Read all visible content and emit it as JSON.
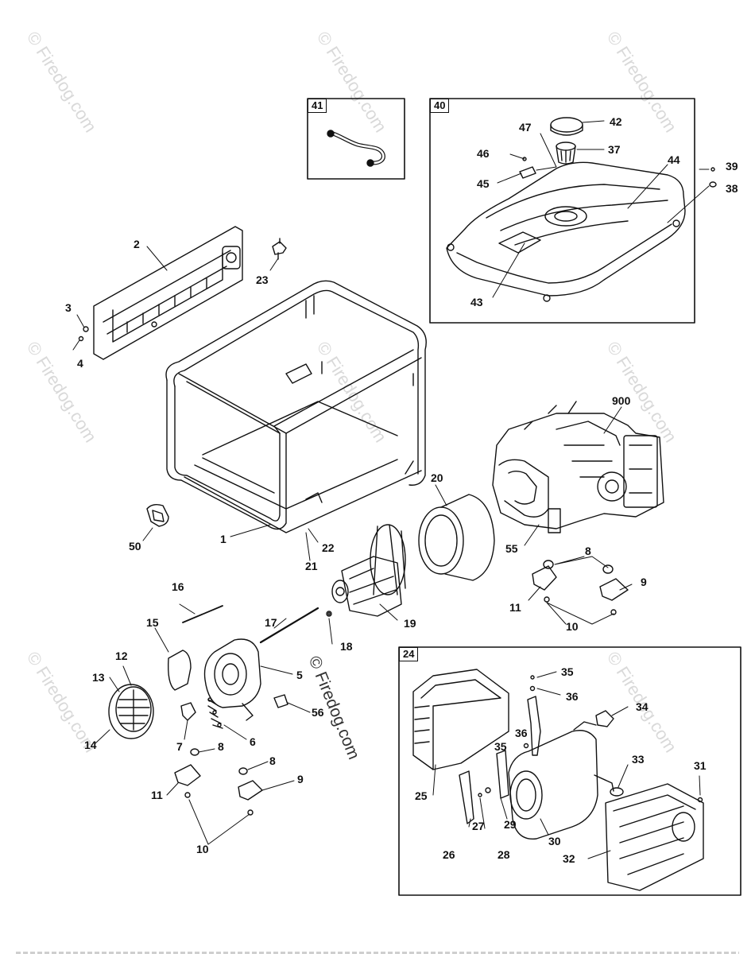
{
  "watermark": "© Firedog.com",
  "boxes": {
    "hose_kit": "41",
    "fuel_tank_kit": "40",
    "muffler_kit": "24"
  },
  "callouts": {
    "frame": "1",
    "control_panel": "2",
    "screw_a": "3",
    "nut_a": "4",
    "bearing_carrier": "5",
    "diode": "6",
    "brush_holder": "7",
    "isolator_a": "8",
    "isolator_b": "8",
    "isolator_c": "8",
    "bracket_a": "9",
    "bracket_b": "9",
    "nut_b": "10",
    "nut_c": "10",
    "bracket_c": "11",
    "bracket_d": "11",
    "bearing": "12",
    "end_cover": "13",
    "cover_screw": "14",
    "brush_cover": "15",
    "bolt_long": "16",
    "stud": "17",
    "washer": "18",
    "rotor": "19",
    "stator": "20",
    "rail_a": "21",
    "rail_b": "22",
    "bracket_23": "23",
    "muffler_shield": "25",
    "bracket_26": "26",
    "screw_27": "27",
    "washer_28": "28",
    "bracket_29": "29",
    "muffler": "30",
    "screw_31": "31",
    "heat_shield": "32",
    "spark_arrestor": "33",
    "gasket": "34",
    "screw_35a": "35",
    "screw_35b": "35",
    "washer_36a": "36",
    "washer_36b": "36",
    "tank_screw": "39",
    "tank_washer": "38",
    "fuel_cap": "42",
    "fuel_gauge": "43",
    "fuel_tank": "44",
    "vent": "45",
    "vent_screw": "46",
    "tank_strip": "47",
    "fuel_filter": "37",
    "grommet": "50",
    "engine_adapter": "55",
    "clip": "56",
    "engine": "900"
  }
}
